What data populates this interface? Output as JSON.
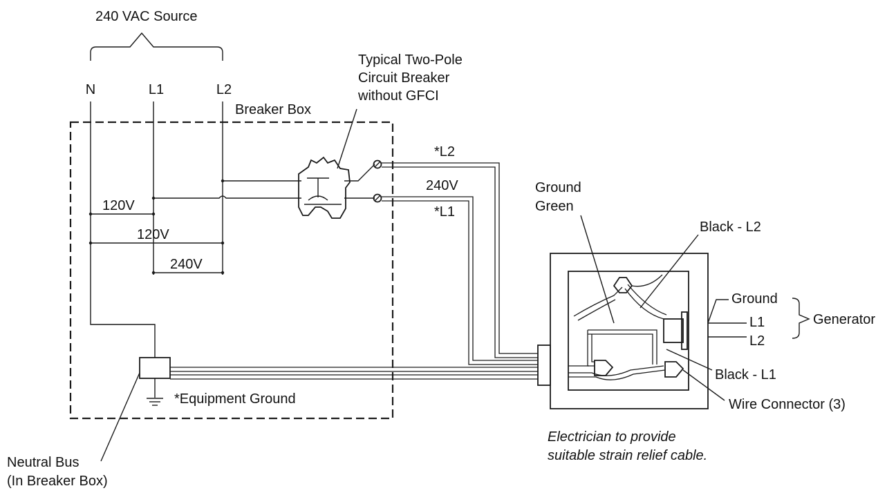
{
  "source": {
    "title": "240 VAC Source",
    "n": "N",
    "l1": "L1",
    "l2": "L2"
  },
  "breaker_box": {
    "title": "Breaker Box"
  },
  "breaker": {
    "line1": "Typical Two-Pole",
    "line2": "Circuit Breaker",
    "line3": "without GFCI"
  },
  "voltages": {
    "n_l1": "120V",
    "n_l2": "120V",
    "l1_l2": "240V",
    "out": "240V"
  },
  "outputs": {
    "l2": "*L2",
    "l1": "*L1"
  },
  "equipment_ground": "*Equipment Ground",
  "neutral_bus": {
    "line1": "Neutral Bus",
    "line2": "(In Breaker Box)"
  },
  "junction_box": {
    "ground_green_1": "Ground",
    "ground_green_2": "Green",
    "black_l2": "Black - L2",
    "black_l1": "Black - L1",
    "wire_connector": "Wire Connector (3)"
  },
  "generator": {
    "title": "Generator",
    "ground": "Ground",
    "l1": "L1",
    "l2": "L2"
  },
  "note": {
    "line1": "Electrician to provide",
    "line2": "suitable strain relief cable."
  }
}
